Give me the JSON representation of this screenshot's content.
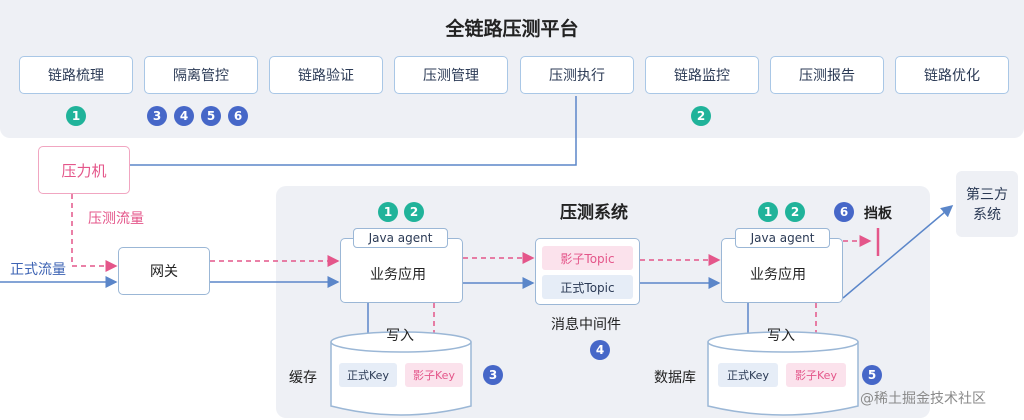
{
  "platform": {
    "title": "全链路压测平台",
    "modules": [
      "链路梳理",
      "隔离管控",
      "链路验证",
      "压测管理",
      "压测执行",
      "链路监控",
      "压测报告",
      "链路优化"
    ],
    "badges": {
      "m1": [
        "1"
      ],
      "m2": [
        "3",
        "4",
        "5",
        "6"
      ],
      "m6": [
        "2"
      ]
    }
  },
  "pressure_machine": "压力机",
  "stress_traffic": "压测流量",
  "real_traffic": "正式流量",
  "gateway": "网关",
  "system": {
    "title": "压测系统",
    "app_left": {
      "agent": "Java agent",
      "label": "业务应用",
      "badges": [
        "1",
        "2"
      ]
    },
    "mq": {
      "shadow_topic": "影子Topic",
      "real_topic": "正式Topic",
      "label": "消息中间件",
      "badge": "4"
    },
    "app_right": {
      "agent": "Java agent",
      "label": "业务应用",
      "badges": [
        "1",
        "2"
      ]
    },
    "baffle": {
      "badge": "6",
      "label": "挡板"
    },
    "cache": {
      "label": "缓存",
      "write": "写入",
      "real_key": "正式Key",
      "shadow_key": "影子Key",
      "badge": "3"
    },
    "db": {
      "label": "数据库",
      "write": "写入",
      "real_key": "正式Key",
      "shadow_key": "影子Key",
      "badge": "5"
    }
  },
  "third_party": {
    "line1": "第三方",
    "line2": "系统"
  },
  "watermark": "@稀土掘金技术社区",
  "colors": {
    "teal": "#20b39a",
    "blue": "#4667c8",
    "pink": "#e4568a",
    "line_blue": "#5b86c9"
  }
}
